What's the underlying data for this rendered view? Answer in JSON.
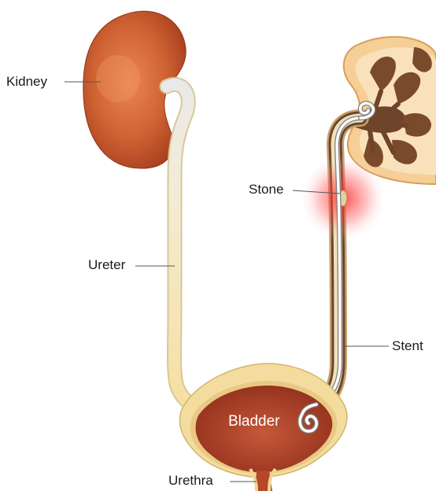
{
  "labels": {
    "kidney": "Kidney",
    "ureter": "Ureter",
    "stone": "Stone",
    "stent": "Stent",
    "bladder": "Bladder",
    "urethra": "Urethra"
  },
  "colors": {
    "kidney_outer": "#c2542a",
    "kidney_inner": "#e27a45",
    "ureter": "#f3dfa4",
    "bladder_wall": "#f2dc9c",
    "bladder_inner": "#b2452a",
    "stent": "#ffffff",
    "pain_glow": "#ff3b3b",
    "medulla": "#7a4a2c"
  }
}
